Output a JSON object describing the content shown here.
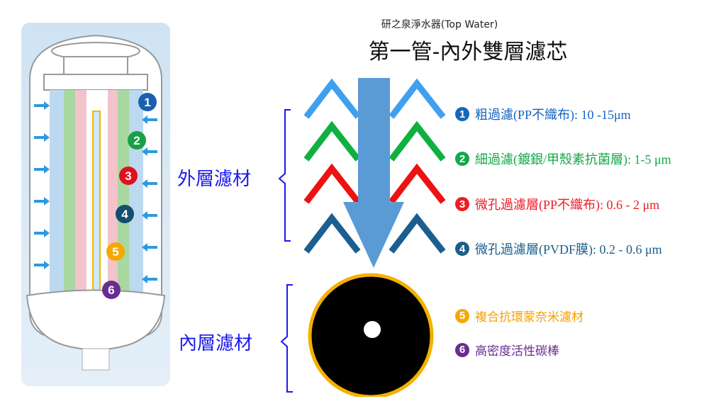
{
  "header": {
    "subtitle": "研之泉淨水器(Top Water)",
    "title": "第一管-內外雙層濾芯"
  },
  "groups": {
    "outer": "外層濾材",
    "inner": "內層濾材"
  },
  "layers": [
    {
      "num": "1",
      "text": "粗過濾(PP不織布): 10 -15μm",
      "color": "#1565c0"
    },
    {
      "num": "2",
      "text": "細過濾(鍍銀/甲殼素抗菌層): 1-5 μm",
      "color": "#13a84a"
    },
    {
      "num": "3",
      "text": "微孔過濾層(PP不織布): 0.6 - 2 μm",
      "color": "#ee1c24"
    },
    {
      "num": "4",
      "text": "微孔過濾層(PVDF膜): 0.2 - 0.6 μm",
      "color": "#1b5e8a"
    },
    {
      "num": "5",
      "text": "複合抗環蒙奈米濾材",
      "color": "#f5a800"
    },
    {
      "num": "6",
      "text": "高密度活性碳棒",
      "color": "#6a2c91"
    }
  ]
}
